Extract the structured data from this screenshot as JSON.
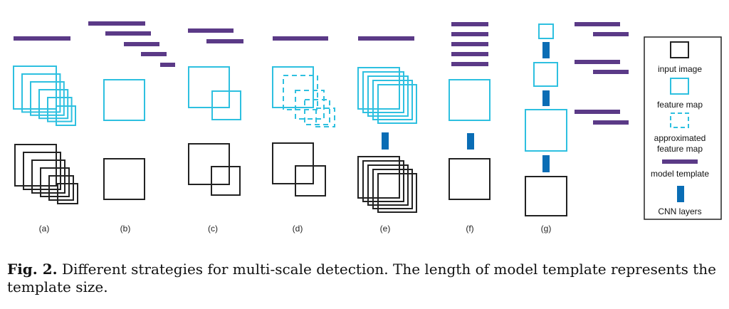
{
  "labels": [
    "(a)",
    "(b)",
    "(c)",
    "(d)",
    "(e)",
    "(f)",
    "(g)"
  ],
  "legend": {
    "input_image": "input image",
    "feature_map": "feature map",
    "approx_line1": "approximated",
    "approx_line2": "feature map",
    "model_template": "model template",
    "cnn_layers": "CNN layers"
  },
  "caption": {
    "lead": "Fig. 2.",
    "text": "Different strategies for multi-scale detection. The length of model template represents the template size."
  },
  "colors": {
    "template": "#5b3a87",
    "feature_map": "#2ec0e0",
    "input_image": "#222222",
    "cnn": "#0a6db5"
  }
}
